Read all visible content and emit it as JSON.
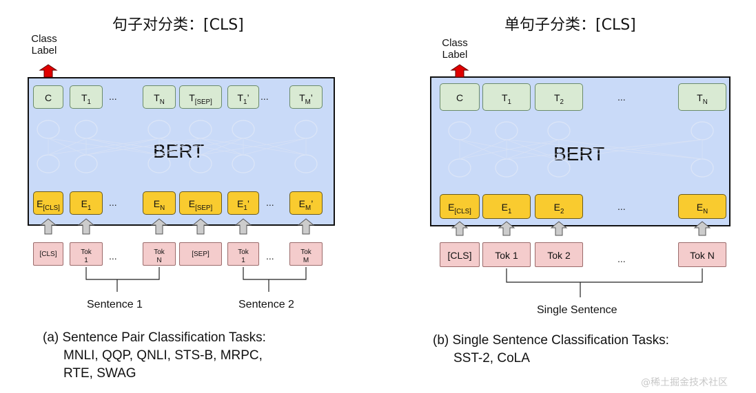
{
  "left": {
    "title": "句子对分类：[CLS]",
    "class_label_line1": "Class",
    "class_label_line2": "Label",
    "bert": "BERT",
    "outputs": [
      {
        "main": "C",
        "sub": ""
      },
      {
        "main": "T",
        "sub": "1"
      },
      {
        "main": "T",
        "sub": "N"
      },
      {
        "main": "T",
        "sub": "[SEP]"
      },
      {
        "main": "T",
        "sub": "1",
        "prime": "’"
      },
      {
        "main": "T",
        "sub": "M",
        "prime": "’"
      }
    ],
    "embeddings": [
      {
        "main": "E",
        "sub": "[CLS]"
      },
      {
        "main": "E",
        "sub": "1"
      },
      {
        "main": "E",
        "sub": "N"
      },
      {
        "main": "E",
        "sub": "[SEP]"
      },
      {
        "main": "E",
        "sub": "1",
        "prime": "’"
      },
      {
        "main": "E",
        "sub": "M",
        "prime": "’"
      }
    ],
    "inputs": [
      {
        "line1": "[CLS]",
        "line2": ""
      },
      {
        "line1": "Tok",
        "line2": "1"
      },
      {
        "line1": "Tok",
        "line2": "N"
      },
      {
        "line1": "[SEP]",
        "line2": ""
      },
      {
        "line1": "Tok",
        "line2": "1"
      },
      {
        "line1": "Tok",
        "line2": "M"
      }
    ],
    "ellipsis": "...",
    "sentence1": "Sentence 1",
    "sentence2": "Sentence 2",
    "caption_line1": "(a) Sentence Pair Classification Tasks:",
    "caption_line2": "MNLI, QQP, QNLI, STS-B, MRPC,",
    "caption_line3": "RTE, SWAG"
  },
  "right": {
    "title": "单句子分类：[CLS]",
    "class_label_line1": "Class",
    "class_label_line2": "Label",
    "bert": "BERT",
    "outputs": [
      {
        "main": "C",
        "sub": ""
      },
      {
        "main": "T",
        "sub": "1"
      },
      {
        "main": "T",
        "sub": "2"
      },
      {
        "main": "T",
        "sub": "N"
      }
    ],
    "embeddings": [
      {
        "main": "E",
        "sub": "[CLS]"
      },
      {
        "main": "E",
        "sub": "1"
      },
      {
        "main": "E",
        "sub": "2"
      },
      {
        "main": "E",
        "sub": "N"
      }
    ],
    "inputs": [
      "[CLS]",
      "Tok 1",
      "Tok 2",
      "Tok N"
    ],
    "ellipsis": "...",
    "single_sentence": "Single Sentence",
    "caption_line1": "(b) Single Sentence Classification Tasks:",
    "caption_line2": "SST-2, CoLA"
  },
  "watermark": "@稀土掘金技术社区",
  "colors": {
    "bert_bg": "#c9daf8",
    "output_token": "#d9ead3",
    "embedding_token": "#f9cb2f",
    "input_token": "#f4cccc",
    "class_arrow": "#e00000",
    "input_arrow": "#cccccc"
  }
}
